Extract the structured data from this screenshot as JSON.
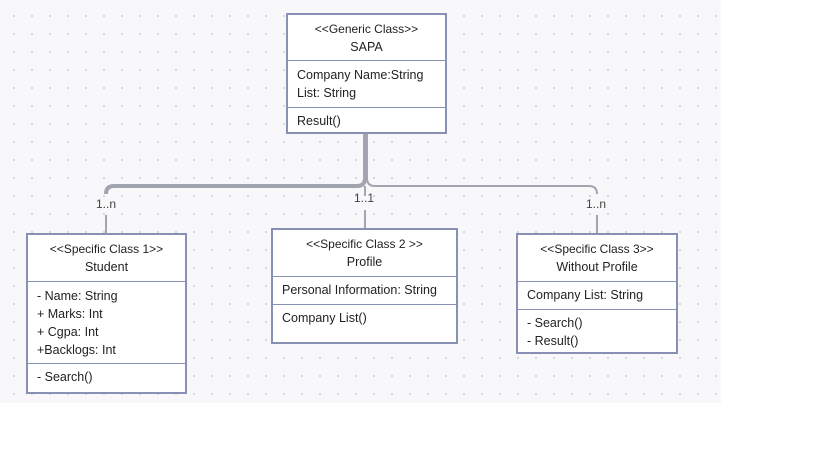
{
  "classes": {
    "sapa": {
      "stereotype": "<<Generic Class>>",
      "name": "SAPA",
      "attributes": [
        "Company Name:String",
        "List: String"
      ],
      "methods": [
        "Result()"
      ]
    },
    "student": {
      "stereotype": "<<Specific Class 1>>",
      "name": "Student",
      "attributes": [
        "- Name: String",
        "+ Marks: Int",
        "+ Cgpa: Int",
        "+Backlogs: Int"
      ],
      "methods": [
        "- Search()"
      ]
    },
    "profile": {
      "stereotype": "<<Specific Class 2 >>",
      "name": "Profile",
      "attributes": [
        "Personal Information: String"
      ],
      "methods": [
        "Company List()"
      ]
    },
    "without_profile": {
      "stereotype": "<<Specific Class 3>>",
      "name": "Without Profile",
      "attributes": [
        "Company List: String"
      ],
      "methods": [
        "- Search()",
        "- Result()"
      ]
    }
  },
  "multiplicities": {
    "student": "1..n",
    "profile": "1..1",
    "without_profile": "1..n"
  },
  "colors": {
    "border": "#8890b3",
    "connector": "#a2a5b0",
    "canvas": "#f8f8fa"
  }
}
